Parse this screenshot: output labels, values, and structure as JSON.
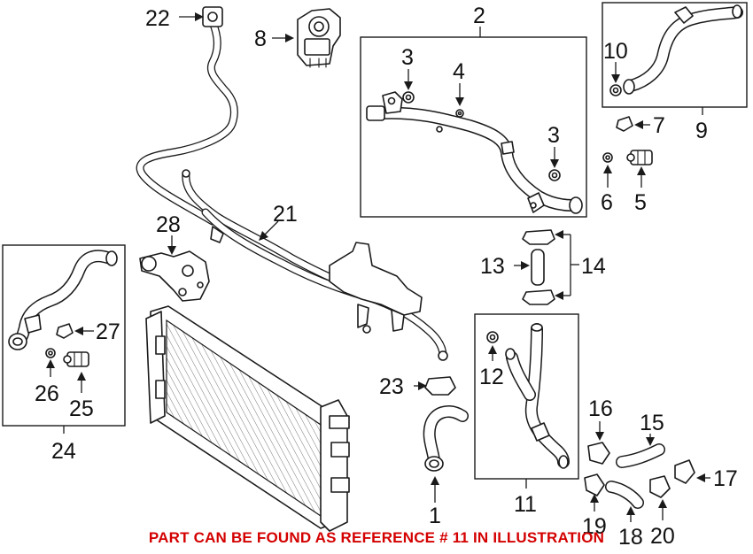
{
  "callouts": {
    "c1": "1",
    "c2": "2",
    "c3a": "3",
    "c3b": "3",
    "c4": "4",
    "c5": "5",
    "c6": "6",
    "c7": "7",
    "c8": "8",
    "c9": "9",
    "c10": "10",
    "c11": "11",
    "c12": "12",
    "c13": "13",
    "c14": "14",
    "c15": "15",
    "c16": "16",
    "c17": "17",
    "c18": "18",
    "c19": "19",
    "c20": "20",
    "c21": "21",
    "c22": "22",
    "c23": "23",
    "c24": "24",
    "c25": "25",
    "c26": "26",
    "c27": "27",
    "c28": "28"
  },
  "footer_note": "PART CAN BE FOUND AS REFERENCE # 11 IN ILLUSTRATION",
  "colors": {
    "ink": "#1a1a1a",
    "note": "#d40000",
    "background": "#ffffff"
  }
}
